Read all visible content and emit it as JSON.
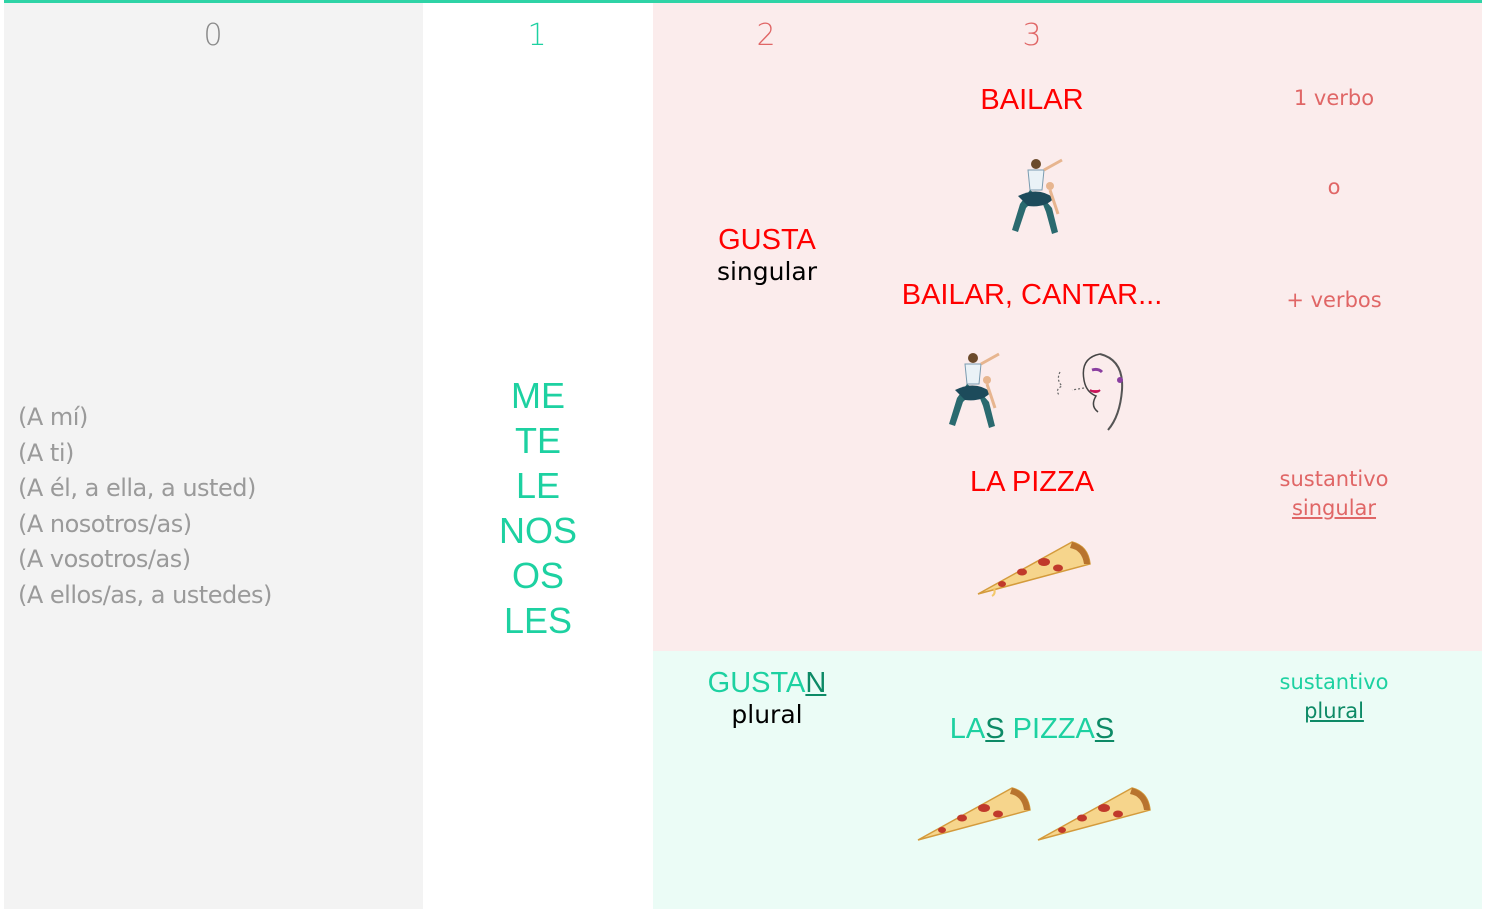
{
  "columns": [
    "0",
    "1",
    "2",
    "3"
  ],
  "pronouns": [
    "(A mí)",
    "(A ti)",
    "(A él, a ella, a usted)",
    "(A nosotros/as)",
    "(A vosotros/as)",
    "(A ellos/as, a ustedes)"
  ],
  "object_pronouns": [
    "ME",
    "TE",
    "LE",
    "NOS",
    "OS",
    "LES"
  ],
  "singular": {
    "verb_base": "GUSTA",
    "note": "singular"
  },
  "plural": {
    "verb_base": "GUSTA",
    "verb_end": "N",
    "note": "plural"
  },
  "examples": {
    "bailar": "BAILAR",
    "bailar_cantar": "BAILAR, CANTAR...",
    "la_pizza": "LA PIZZA",
    "las_pizzas": {
      "p1": "LA",
      "p2": "S",
      "p3": " PIZZA",
      "p4": "S"
    }
  },
  "side_notes": {
    "one_verb": "1 verbo",
    "or": "o",
    "more_verbs": "+ verbos",
    "sustantivo": "sustantivo",
    "singular": "singular",
    "sustantivo2": "sustantivo",
    "plural": "plural"
  },
  "colors": {
    "accent": "#1dd1a1",
    "red": "#ff0000",
    "pink_text": "#e06666",
    "pink_bg": "#fbecec",
    "green_bg": "#ebfcf6"
  },
  "icons": [
    "dancers-icon",
    "singer-icon",
    "pizza-slice-icon"
  ]
}
